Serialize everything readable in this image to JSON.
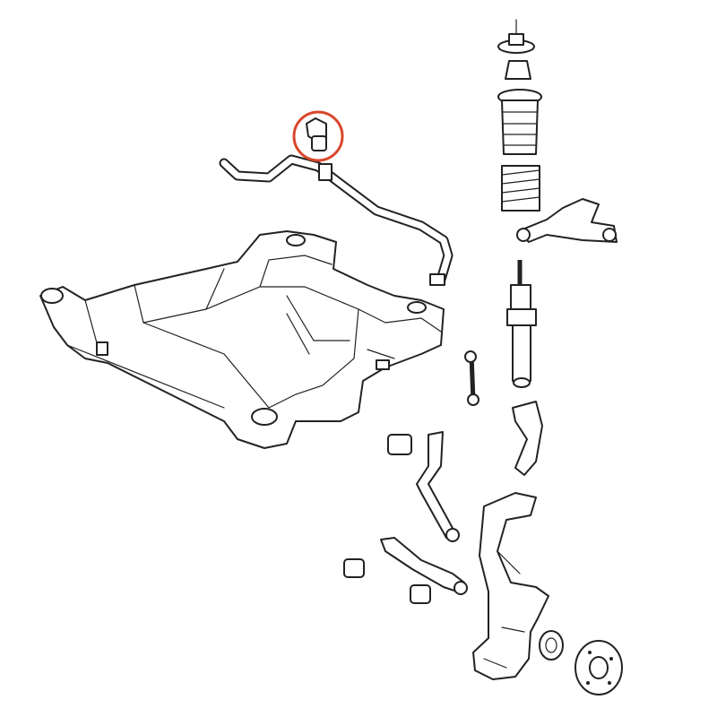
{
  "colors": {
    "background": "#ffffff",
    "line": "#222222",
    "highlight": "#d9472b"
  },
  "highlighted_part": "stabilizer-bushing",
  "parts": [
    "front-subframe",
    "stabilizer-bar",
    "stabilizer-bushing",
    "strut-top-mount",
    "bump-stop",
    "dust-boot",
    "coil-spring",
    "upper-control-arm",
    "shock-absorber",
    "stabilizer-link",
    "knuckle-bracket",
    "tension-rod",
    "lower-control-arm",
    "bushing",
    "steering-knuckle",
    "wheel-bearing",
    "wheel-hub"
  ]
}
